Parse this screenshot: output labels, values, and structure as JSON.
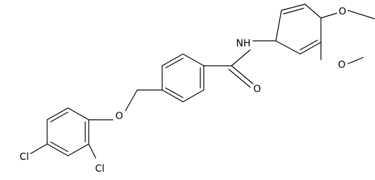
{
  "labels": {
    "cl_a": "Cl",
    "cl_b": "Cl",
    "o_ether": "O",
    "o_carbonyl": "O",
    "nh": "NH",
    "o_methoxy_1": "O",
    "o_methoxy_2": "O"
  },
  "colors": {
    "stroke": "#000000",
    "background": "#ffffff"
  }
}
